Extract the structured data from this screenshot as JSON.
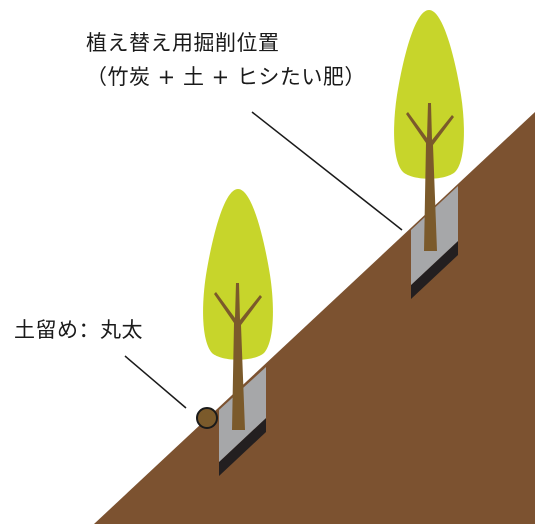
{
  "diagram": {
    "labels": {
      "pit_title": "植え替え用掘削位置",
      "pit_materials": "（竹炭 + 土 + ヒシたい肥）",
      "retaining": "土留め：丸太"
    },
    "colors": {
      "slope": "#7c5230",
      "pit_fill": "#a6a7a9",
      "pit_shadow": "#231f20",
      "foliage": "#c7d52b",
      "trunk": "#7b5a2b",
      "log": "#7b5a2b",
      "leader_line": "#1a1a1a",
      "text": "#1a1a1a"
    }
  }
}
